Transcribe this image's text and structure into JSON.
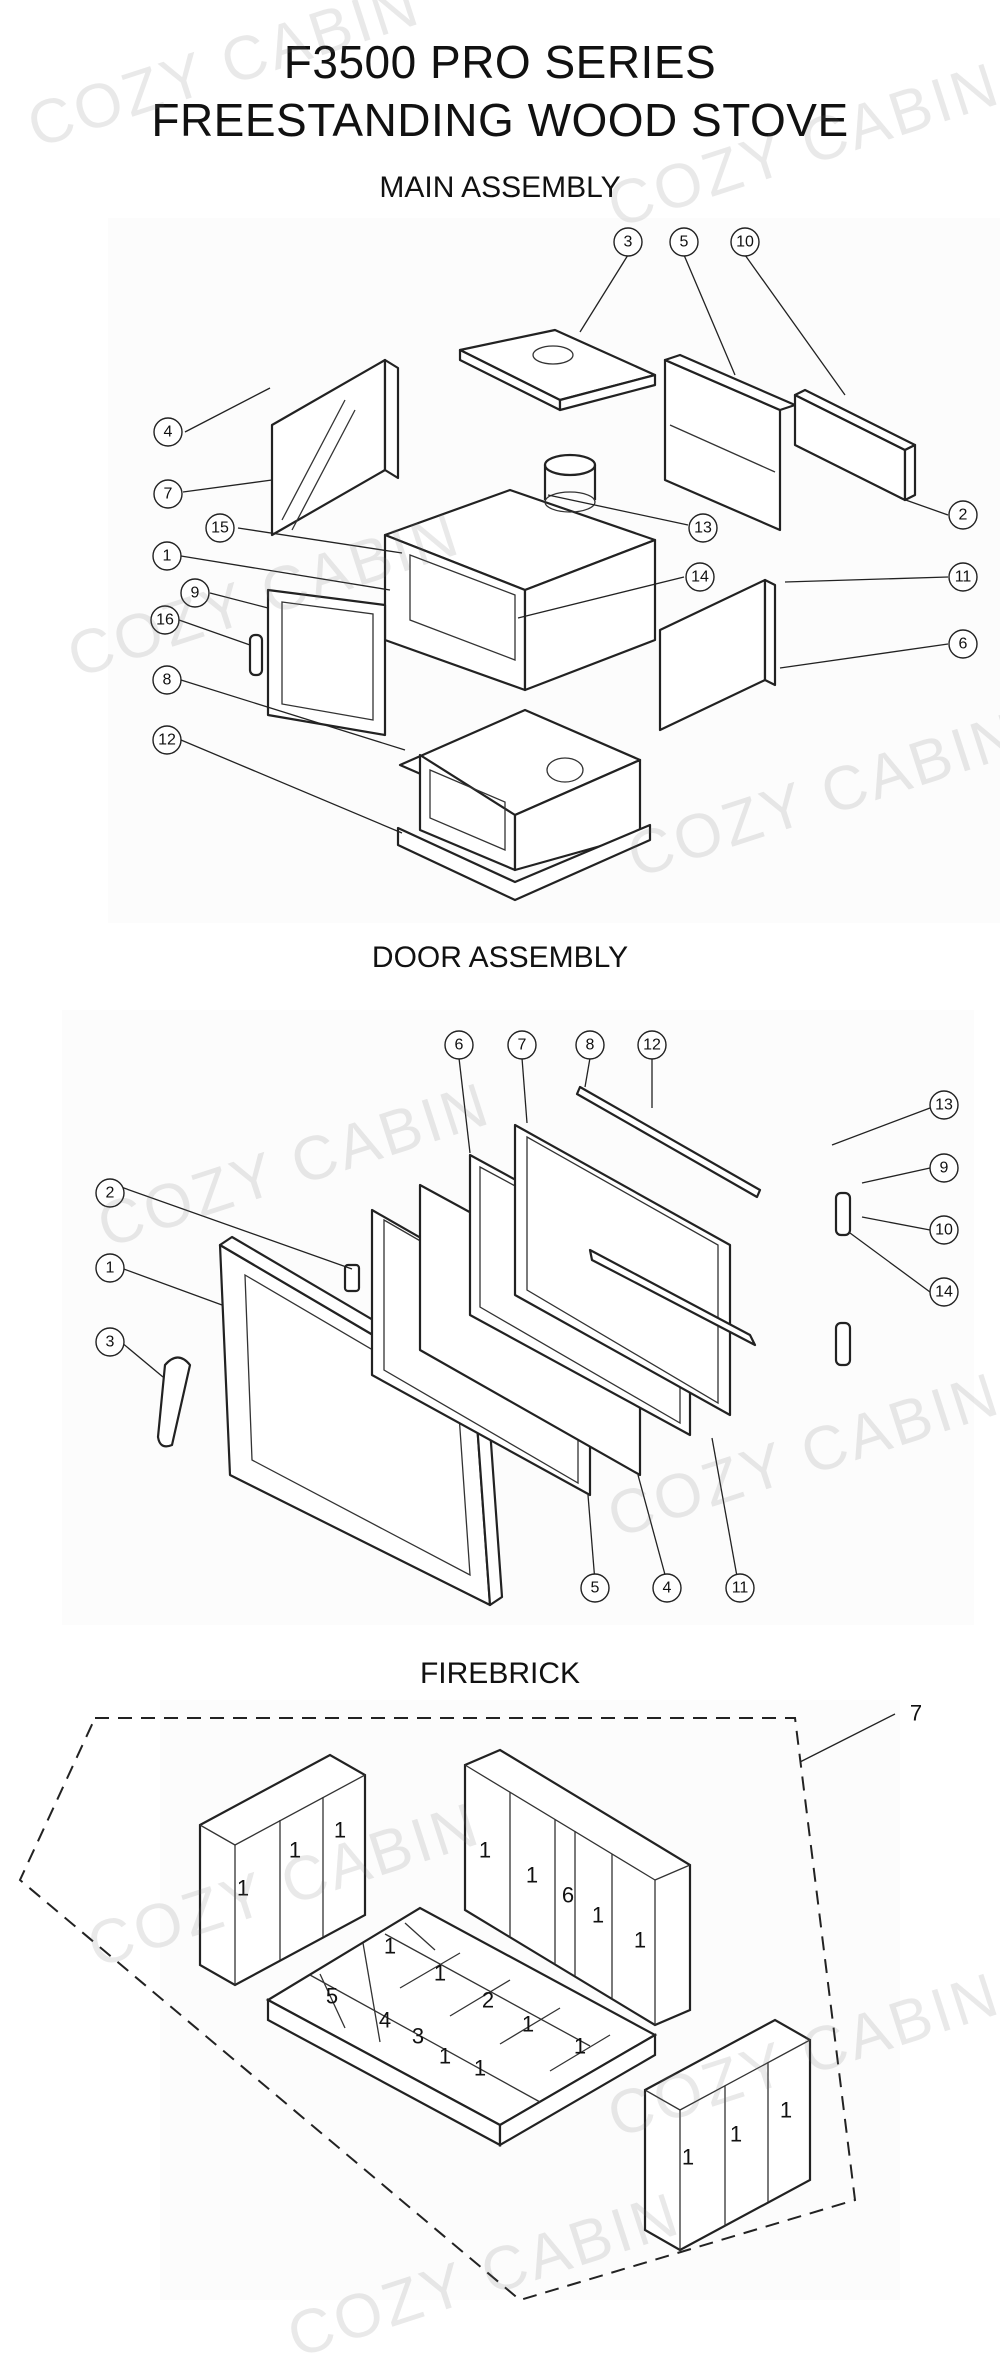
{
  "title_line1": "F3500 PRO SERIES",
  "title_line2": "FREESTANDING WOOD STOVE",
  "sections": {
    "main": {
      "title": "MAIN ASSEMBLY",
      "callouts": [
        "3",
        "5",
        "10",
        "4",
        "7",
        "2",
        "15",
        "13",
        "1",
        "14",
        "11",
        "9",
        "16",
        "6",
        "8",
        "12"
      ]
    },
    "door": {
      "title": "DOOR ASSEMBLY",
      "callouts": [
        "6",
        "7",
        "8",
        "12",
        "13",
        "9",
        "2",
        "10",
        "1",
        "14",
        "3",
        "5",
        "4",
        "11"
      ]
    },
    "firebrick": {
      "title": "FIREBRICK",
      "callout": "7",
      "bricks_left": [
        "1",
        "1",
        "1"
      ],
      "bricks_back": [
        "1",
        "1",
        "6",
        "1",
        "1"
      ],
      "bricks_floor": [
        "1",
        "1",
        "2",
        "1",
        "1",
        "5",
        "4",
        "3",
        "1",
        "1"
      ],
      "bricks_right": [
        "1",
        "1",
        "1"
      ]
    }
  },
  "watermark": "COZY CABIN"
}
